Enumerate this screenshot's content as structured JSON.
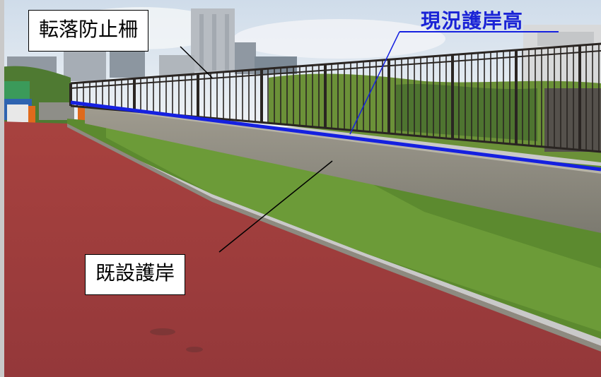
{
  "labels": {
    "fence": "転落防止柵",
    "existing_seawall": "既設護岸",
    "current_seawall_height": "現況護岸高"
  },
  "colors": {
    "highlight_line": "#1520e0",
    "label_text_highlight": "#1a23d6",
    "path_surface": "#9e3c3a",
    "sky": "#dfe9f2",
    "vegetation": "#5f8a2e",
    "fence": "#2a2522",
    "wall": "#8f8c82"
  },
  "icons": {
    "leader_lines": "thin black callout lines"
  }
}
